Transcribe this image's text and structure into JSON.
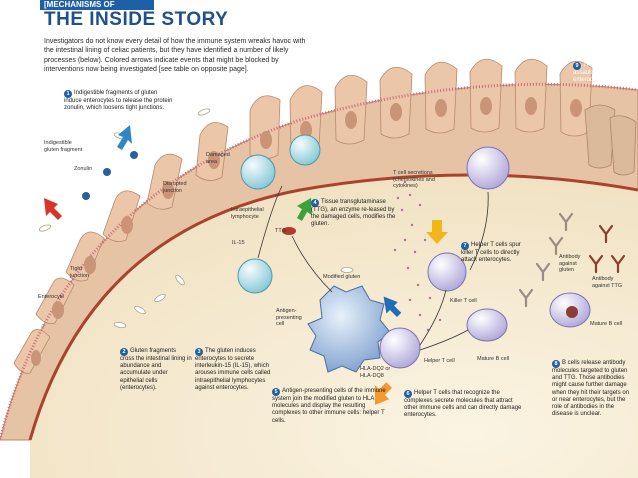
{
  "header": {
    "tag": "[MECHANISMS OF DISEASE]",
    "title": "THE INSIDE STORY",
    "intro": "Investigators do not know every detail of how the immune system wreaks havoc with the intestinal lining of celiac patients, but they have identified a number of likely processes (below). Colored arrows indicate events that might be blocked by interventions now being investigated [see table on opposite page]."
  },
  "steps": [
    {
      "n": "1",
      "text": "Indigestible fragments of gluten induce enterocytes to release the protein zonulin, which loosens tight junctions."
    },
    {
      "n": "2",
      "text": "Gluten fragments cross the intestinal lining in abundance and accumulate under epithelial cells (enterocytes)."
    },
    {
      "n": "3",
      "text": "The gluten induces enterocytes to secrete interleukin-15 (IL-15), which arouses immune cells called intraepithelial lymphocytes against enterocytes."
    },
    {
      "n": "4",
      "text": "Tissue transglutaminase (TTG), an enzyme re-leased by the damaged cells, modifies the gluten."
    },
    {
      "n": "5",
      "text": "Antigen-presenting cells of the immune system join the modified gluten to HLA molecules and display the resulting complexes to other immune cells: helper T cells."
    },
    {
      "n": "6",
      "text": "Helper T cells that recognize the complexes secrete molecules that attract other immune cells and can directly damage enterocytes."
    },
    {
      "n": "7",
      "text": "Helper T cells spur killer T cells to directly attack enterocytes."
    },
    {
      "n": "8",
      "text": "B cells release antibody molecules targeted to gluten and TTG. Those antibodies might cause further damage when they hit their targets on or near enterocytes, but the role of antibodies in the disease is unclear."
    },
    {
      "n": "9",
      "text": "The various assaults disable and kill enterocytes."
    }
  ],
  "labels": {
    "gluten_fragment": "Indigestible gluten fragment",
    "zonulin": "Zonulin",
    "disrupted_junction": "Disrupted junction",
    "damaged_area": "Damaged area",
    "iel": "Intraepithelial lymphocyte",
    "il15": "IL-15",
    "ttg": "TTG",
    "tight_junction": "Tight junction",
    "enterocyte": "Enterocyte",
    "t_cell_secretions": "T cell secretions (chemokines and cytokines)",
    "modified_gluten": "Modified gluten",
    "apc": "Antigen-presenting cell",
    "hla": "HLA-DQ2 or HLA-DQ8",
    "helper_t": "Helper T cell",
    "killer_t": "Killer T cell",
    "mature_b": "Mature B cell",
    "mature_b2": "Mature B cell",
    "ab_gluten": "Antibody against gluten",
    "ab_ttg": "Antibody against TTG"
  },
  "colors": {
    "header_blue": "#1f5fa6",
    "tissue_tan": "#e7c3a6",
    "lamina": "#f6ecd4",
    "arrow_red": "#d9342b",
    "arrow_blue": "#2e86c8",
    "arrow_green": "#3aa13c",
    "arrow_yellow": "#f2b51c",
    "arrow_orange": "#f29a2e"
  }
}
